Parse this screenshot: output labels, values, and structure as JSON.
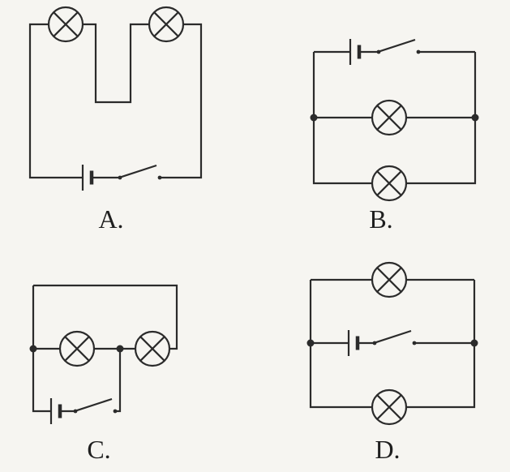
{
  "figure": {
    "kind": "physics-circuit-options",
    "background": "#f6f5f1",
    "ink": "#2b2b2b"
  },
  "circuits": [
    {
      "id": "A",
      "label": "A.",
      "components": [
        "lamp",
        "lamp",
        "battery",
        "open-switch"
      ],
      "topology": "two lamps in series on the top wire with a U-shaped dip between them; battery and open switch in series on the bottom wire"
    },
    {
      "id": "B",
      "label": "B.",
      "components": [
        "battery",
        "open-switch",
        "lamp",
        "lamp"
      ],
      "topology": "battery and open switch on the top branch; two lamps on parallel middle and bottom branches joined at junction dots"
    },
    {
      "id": "C",
      "label": "C.",
      "components": [
        "lamp",
        "lamp",
        "battery",
        "open-switch"
      ],
      "topology": "two lamps in series on a middle wire with an outer bypass loop above; battery and open switch branch below connected across the first lamp via junction dots"
    },
    {
      "id": "D",
      "label": "D.",
      "components": [
        "lamp",
        "battery",
        "open-switch",
        "lamp"
      ],
      "topology": "lamp on top branch and lamp on bottom branch; battery and open switch on the middle branch joined at junction dots"
    }
  ]
}
